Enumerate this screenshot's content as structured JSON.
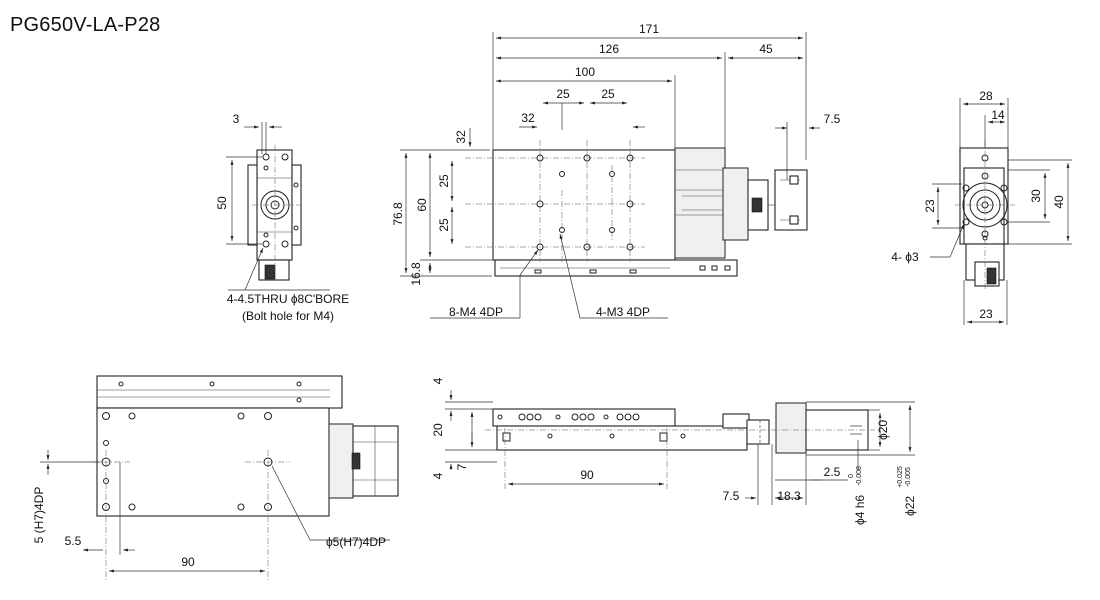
{
  "title": "PG650V-LA-P28",
  "dims": {
    "d171": "171",
    "d126": "126",
    "d45": "45",
    "d100": "100",
    "d25a": "25",
    "d25b": "25",
    "d32h": "32",
    "d7_5r": "7.5",
    "d32v": "32",
    "d76_8": "76.8",
    "d60": "60",
    "d16_8": "16.8",
    "d25v1": "25",
    "d25v2": "25",
    "side_3": "3",
    "side_50": "50",
    "end_28": "28",
    "end_14": "14",
    "end_30": "30",
    "end_40": "40",
    "end_23v": "23",
    "end_23h": "23",
    "fr_4a": "4",
    "fr_20": "20",
    "fr_7": "7",
    "fr_4b": "4",
    "fr_90": "90",
    "fr_2_5": "2.5",
    "fr_7_5": "7.5",
    "fr_18_3": "18.3",
    "fr_phi20": "ϕ20",
    "fr_phi4": "ϕ4 h6",
    "fr_phi22": "ϕ22",
    "tol4_up": "0",
    "tol4_lo": "-0.008",
    "tol22_up": "+0.025",
    "tol22_lo": "-0.005",
    "bot_5_5": "5.5",
    "bot_90": "90",
    "bot_h7": "5 (H7)4DP"
  },
  "callouts": {
    "thru": "4-4.5THRU ϕ8C'BORE",
    "bolt": "(Bolt hole for M4)",
    "m4": "8-M4 4DP",
    "m3": "4-M3 4DP",
    "phi3": "4- ϕ3",
    "phi5": "ϕ5(H7)4DP"
  }
}
